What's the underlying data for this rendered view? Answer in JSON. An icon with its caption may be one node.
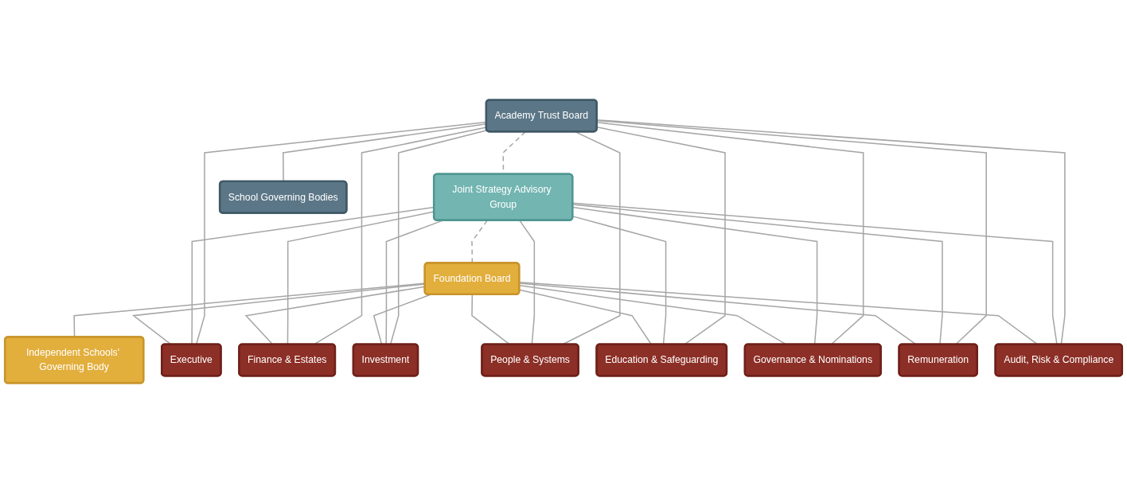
{
  "diagram": {
    "nodes": [
      {
        "text": [
          "Academy Trust Board"
        ]
      },
      {
        "text": [
          "Joint Strategy Advisory Group"
        ]
      },
      {
        "text": [
          "Foundation Board"
        ]
      },
      {
        "text": [
          "School Governing Bodies"
        ]
      },
      {
        "text": [
          "Executive"
        ]
      },
      {
        "text": [
          "Finance & Estates"
        ]
      },
      {
        "text": [
          "Investment"
        ]
      },
      {
        "text": [
          "People & Systems"
        ]
      },
      {
        "text": [
          "Education & Safeguarding"
        ]
      },
      {
        "text": [
          "Governance & Nominations"
        ]
      },
      {
        "text": [
          "Remuneration"
        ]
      },
      {
        "text": [
          "Audit, Risk & Compliance"
        ]
      },
      {
        "text": [
          "Independent Schools' Governing Body"
        ]
      }
    ],
    "edges": [
      {
        "from": 0,
        "to": 1,
        "arrow": "none",
        "style": "dashed"
      },
      {
        "from": 1,
        "to": 2,
        "arrow": "none",
        "style": "dashed"
      },
      {
        "from": 0,
        "to": 3,
        "arrow": "none"
      },
      {
        "from": 2,
        "to": 12,
        "arrow": "none"
      },
      {
        "from": 0,
        "to": 4,
        "arrow": "none"
      },
      {
        "from": 0,
        "to": 5,
        "arrow": "none"
      },
      {
        "from": 0,
        "to": 6,
        "arrow": "none"
      },
      {
        "from": 0,
        "to": 7,
        "arrow": "none"
      },
      {
        "from": 0,
        "to": 8,
        "arrow": "none"
      },
      {
        "from": 0,
        "to": 9,
        "arrow": "none"
      },
      {
        "from": 0,
        "to": 10,
        "arrow": "none"
      },
      {
        "from": 0,
        "to": 11,
        "arrow": "none"
      },
      {
        "from": 1,
        "to": 4,
        "arrow": "none"
      },
      {
        "from": 1,
        "to": 5,
        "arrow": "none"
      },
      {
        "from": 1,
        "to": 6,
        "arrow": "none"
      },
      {
        "from": 1,
        "to": 7,
        "arrow": "none"
      },
      {
        "from": 1,
        "to": 8,
        "arrow": "none"
      },
      {
        "from": 1,
        "to": 9,
        "arrow": "none"
      },
      {
        "from": 1,
        "to": 10,
        "arrow": "none"
      },
      {
        "from": 1,
        "to": 11,
        "arrow": "none"
      },
      {
        "from": 2,
        "to": 4,
        "arrow": "none"
      },
      {
        "from": 2,
        "to": 5,
        "arrow": "none"
      },
      {
        "from": 2,
        "to": 6,
        "arrow": "none"
      },
      {
        "from": 2,
        "to": 7,
        "arrow": "none"
      },
      {
        "from": 2,
        "to": 8,
        "arrow": "none"
      },
      {
        "from": 2,
        "to": 9,
        "arrow": "none"
      },
      {
        "from": 2,
        "to": 10,
        "arrow": "none"
      },
      {
        "from": 2,
        "to": 11,
        "arrow": "none"
      }
    ]
  }
}
